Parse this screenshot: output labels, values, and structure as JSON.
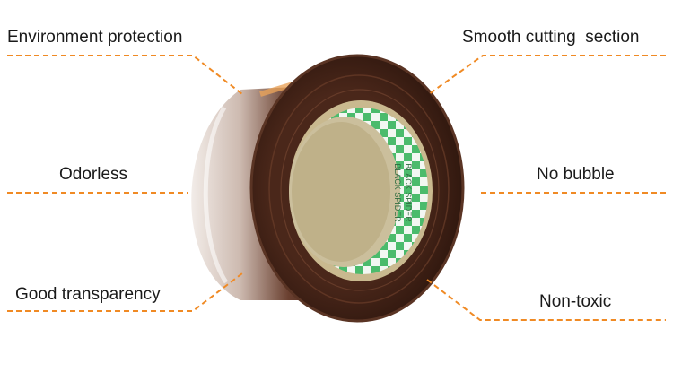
{
  "features": {
    "environment_protection": "Environment protection",
    "smooth_cutting": "Smooth cutting  section",
    "odorless": "Odorless",
    "no_bubble": "No bubble",
    "good_transparency": "Good transparency",
    "non_toxic": "Non-toxic"
  },
  "core_print": [
    "BLACK SPIDER",
    "BLACK SPIDER"
  ],
  "colors": {
    "leader_line": "#f08a24",
    "tape_dark": "#3d1f14",
    "tape_edge": "#5a3424",
    "core_green": "#49b86a",
    "text": "#1a1a1a"
  }
}
